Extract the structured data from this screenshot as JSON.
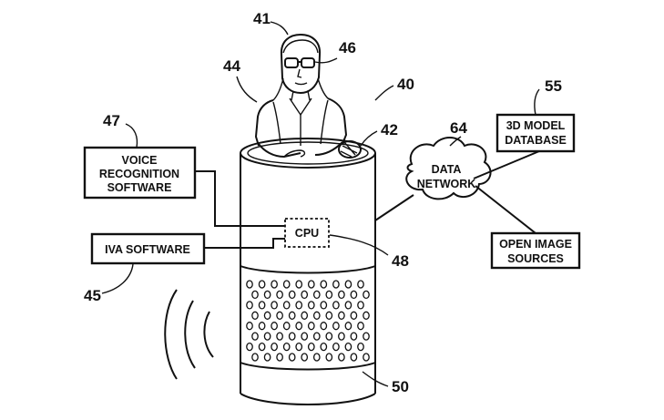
{
  "figure": {
    "boxes": {
      "voice_recognition": [
        "VOICE",
        "RECOGNITION",
        "SOFTWARE"
      ],
      "iva_software": "IVA SOFTWARE",
      "cpu": "CPU",
      "model_database": [
        "3D MODEL",
        "DATABASE"
      ],
      "data_network": [
        "DATA",
        "NETWORK"
      ],
      "open_image_sources": [
        "OPEN IMAGE",
        "SOURCES"
      ]
    },
    "refs": {
      "user": "41",
      "glasses": "46",
      "body": "44",
      "device_assembly": "40",
      "display_surface": "42",
      "voice_recognition": "47",
      "network": "64",
      "database": "55",
      "cpu": "48",
      "iva_software": "45",
      "speaker_device": "50"
    },
    "colors": {
      "ink": "#111111",
      "paper": "#ffffff"
    }
  }
}
